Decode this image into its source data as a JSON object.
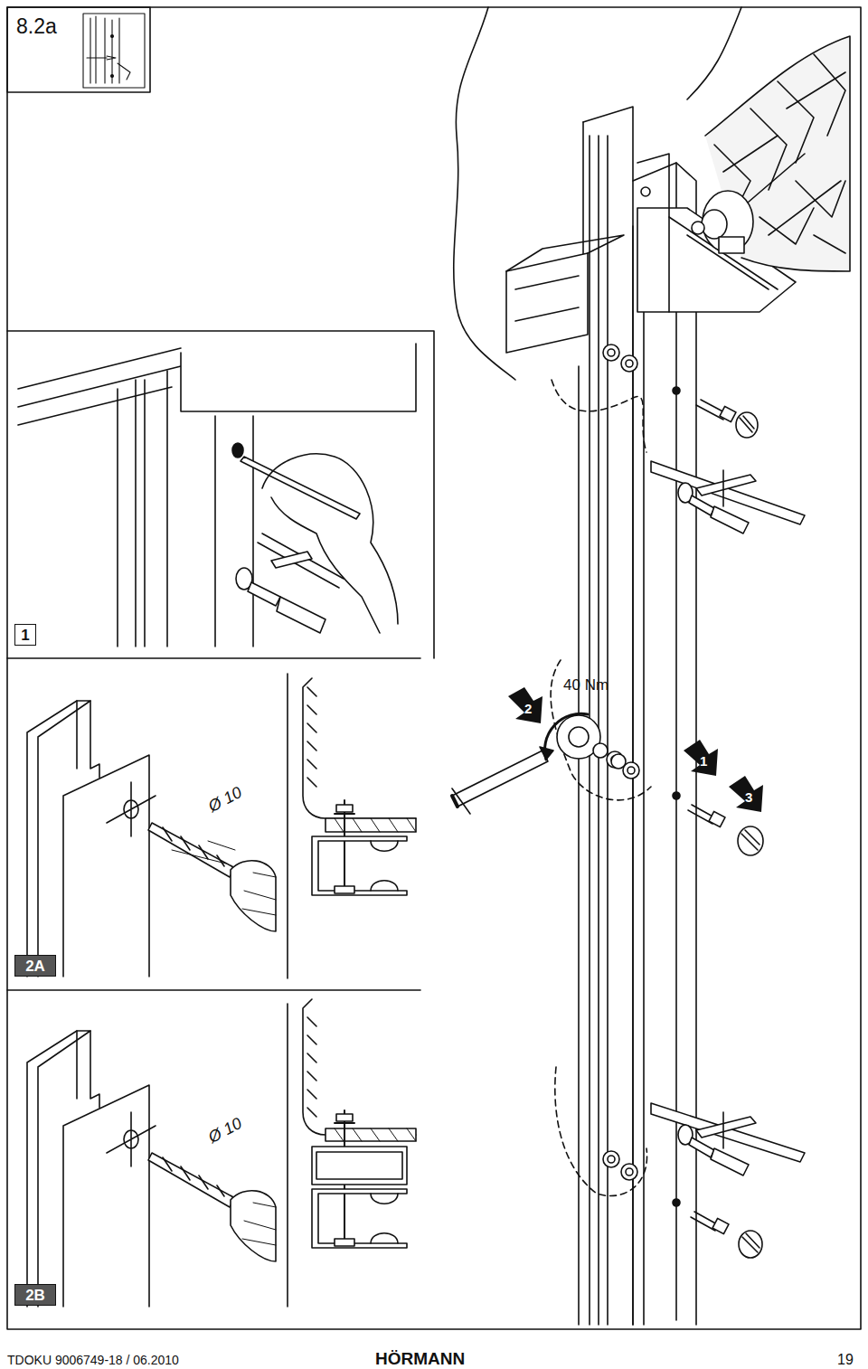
{
  "diagram": {
    "title": "8.2a",
    "nodes": [
      {
        "text": [
          "1"
        ]
      },
      {
        "text": [
          "2A"
        ]
      },
      {
        "text": [
          "2B"
        ]
      }
    ],
    "labels": [
      "40 Nm",
      "2",
      "1",
      "3",
      "Ø 10",
      "Ø 10",
      "TDOKU 9006749-18 / 06.2010",
      "HÖRMANN",
      "19"
    ]
  }
}
